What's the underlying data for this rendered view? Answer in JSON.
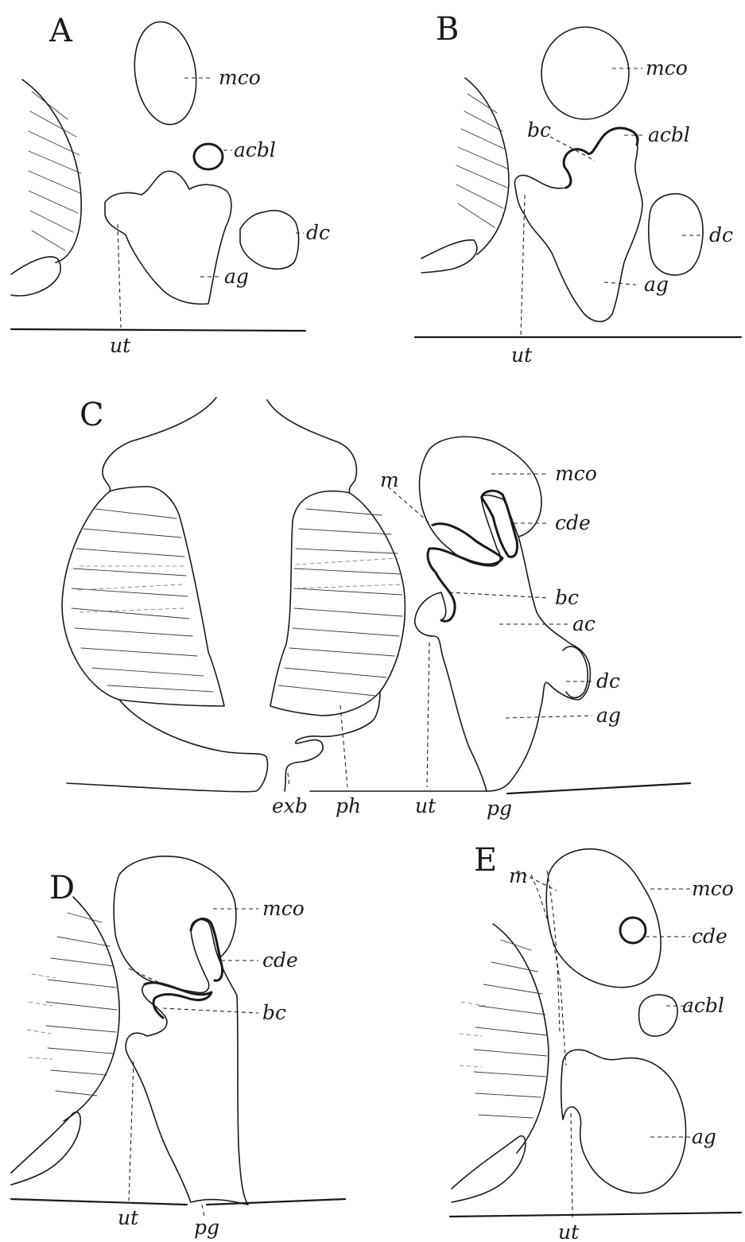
{
  "panels": {
    "A": {
      "letter": "A",
      "labels": {
        "mco": "mco",
        "acbl": "acbl",
        "dc": "dc",
        "ag": "ag",
        "ut": "ut"
      }
    },
    "B": {
      "letter": "B",
      "labels": {
        "mco": "mco",
        "bc": "bc",
        "acbl": "acbl",
        "dc": "dc",
        "ag": "ag",
        "ut": "ut"
      }
    },
    "C": {
      "letter": "C",
      "labels": {
        "m": "m",
        "mco": "mco",
        "cde": "cde",
        "bc": "bc",
        "ac": "ac",
        "dc": "dc",
        "ag": "ag",
        "exb": "exb",
        "ph": "ph",
        "ut": "ut",
        "pg": "pg"
      }
    },
    "D": {
      "letter": "D",
      "labels": {
        "mco": "mco",
        "cde": "cde",
        "bc": "bc",
        "ut": "ut",
        "pg": "pg"
      }
    },
    "E": {
      "letter": "E",
      "labels": {
        "m": "m",
        "mco": "mco",
        "cde": "cde",
        "acbl": "acbl",
        "ag": "ag",
        "ut": "ut"
      }
    }
  }
}
